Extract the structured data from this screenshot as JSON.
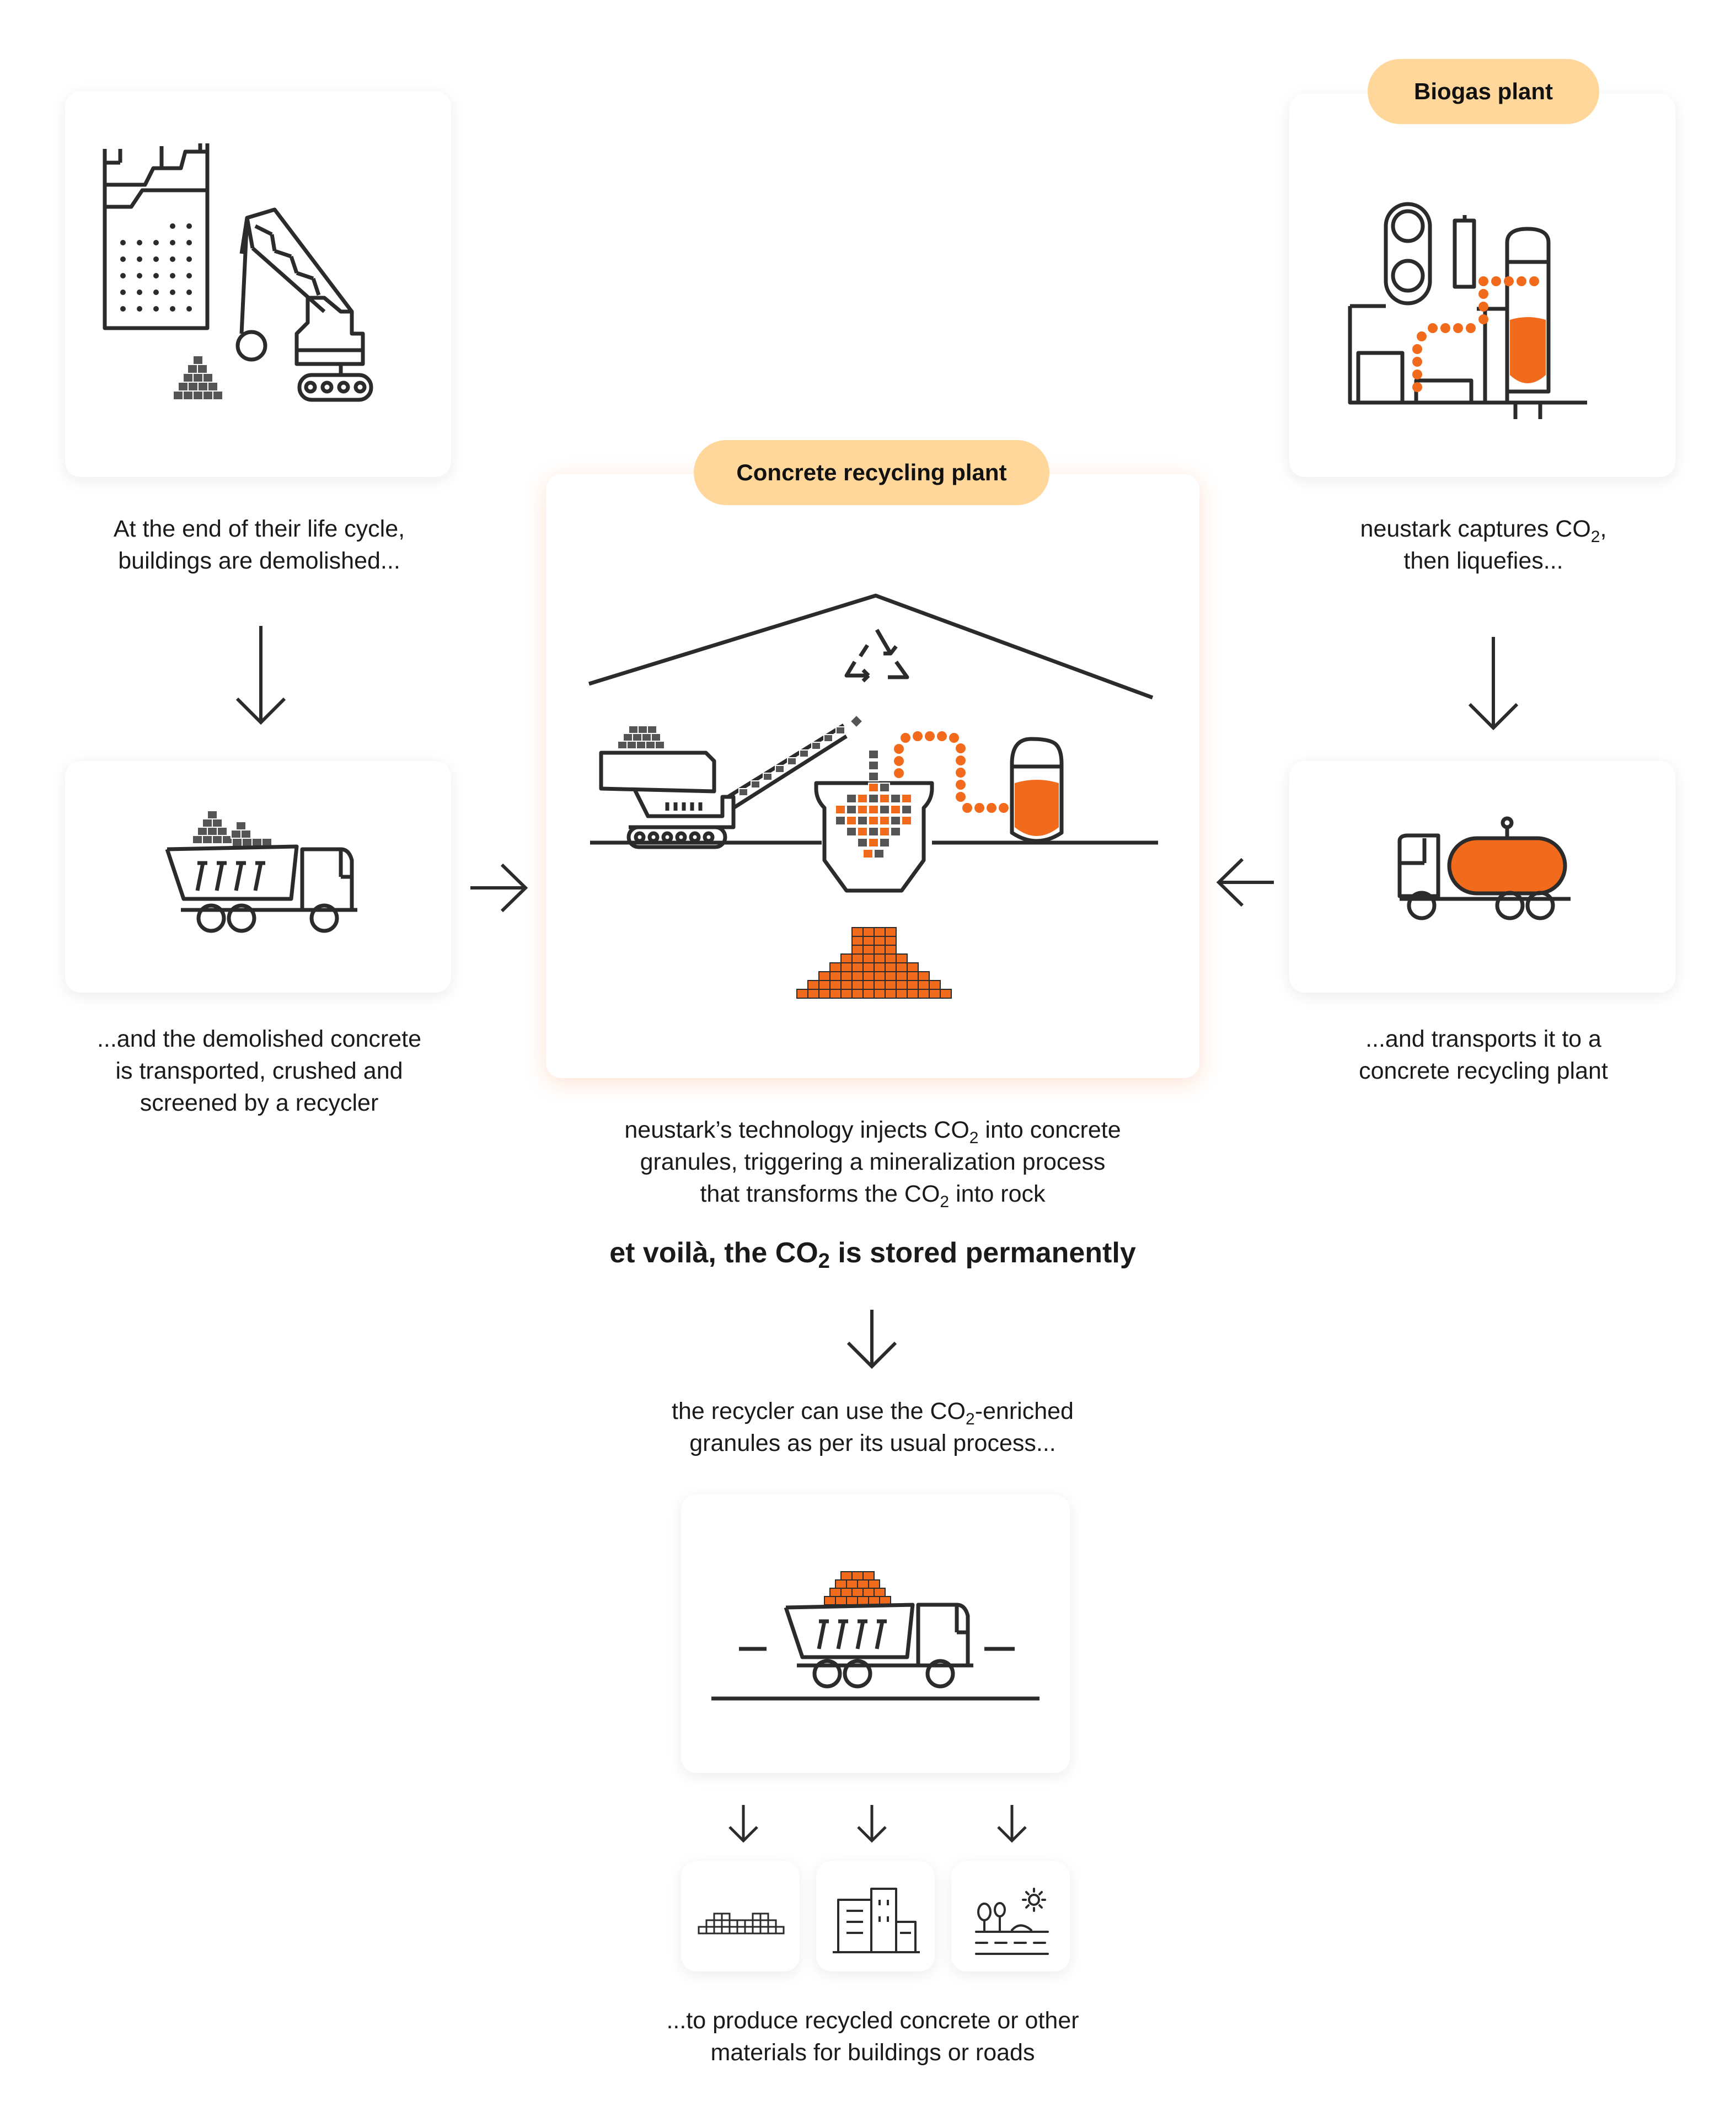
{
  "badges": {
    "biogas": "Biogas plant",
    "recycling": "Concrete recycling plant"
  },
  "captions": {
    "demolition": {
      "l1": "At the end of their life cycle,",
      "l2": "buildings are demolished..."
    },
    "transport_recycler": {
      "l1": "...and the demolished concrete",
      "l2": "is transported, crushed and",
      "l3": "screened by a recycler"
    },
    "capture": {
      "l1_pre": "neustark captures CO",
      "l1_sub": "2",
      "l1_post": ",",
      "l2": "then liquefies..."
    },
    "transport_plant": {
      "l1": "...and transports it to a",
      "l2": "concrete recycling plant"
    },
    "technology": {
      "l1_pre": "neustark’s technology injects CO",
      "l1_sub": "2",
      "l1_post": " into concrete",
      "l2": "granules, triggering a mineralization process",
      "l3_pre": "that transforms the CO",
      "l3_sub": "2",
      "l3_post": " into rock"
    },
    "stored": {
      "pre": "et voilà, the CO",
      "sub": "2",
      "post": " is stored permanently"
    },
    "reuse": {
      "l1_pre": "the recycler can use the CO",
      "l1_sub": "2",
      "l1_post": "-enriched",
      "l2": "granules as per its usual process..."
    },
    "produce": {
      "l1": "...to produce recycled concrete or other",
      "l2": "materials for buildings or roads"
    }
  },
  "colors": {
    "orange": "#f26a1b",
    "badge": "#ffd79a",
    "stroke": "#2b2b2b",
    "block": "#555555"
  }
}
